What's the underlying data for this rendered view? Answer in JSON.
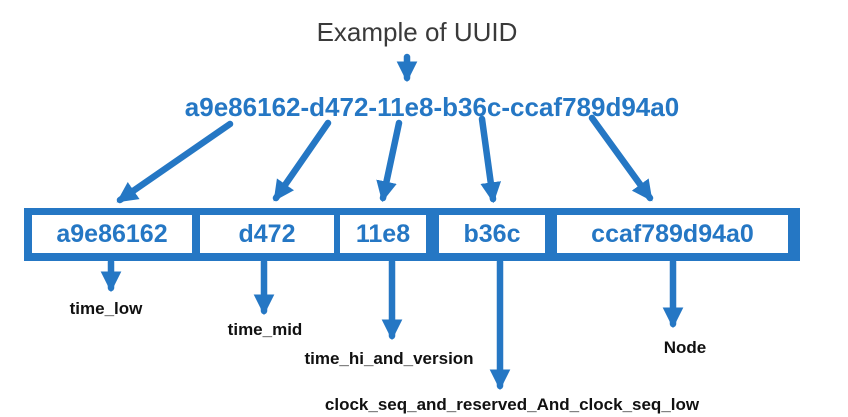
{
  "title": "Example of UUID",
  "uuid": "a9e86162-d472-11e8-b36c-ccaf789d94a0",
  "colors": {
    "accent": "#2577C4",
    "title_text": "#3a3a3a",
    "label_text": "#111111",
    "box_bg": "#ffffff"
  },
  "segments": [
    {
      "value": "a9e86162",
      "label": "time_low"
    },
    {
      "value": "d472",
      "label": "time_mid"
    },
    {
      "value": "11e8",
      "label": "time_hi_and_version"
    },
    {
      "value": "b36c",
      "label": "clock_seq_and_reserved_And_clock_seq_low"
    },
    {
      "value": "ccaf789d94a0",
      "label": "Node"
    }
  ]
}
